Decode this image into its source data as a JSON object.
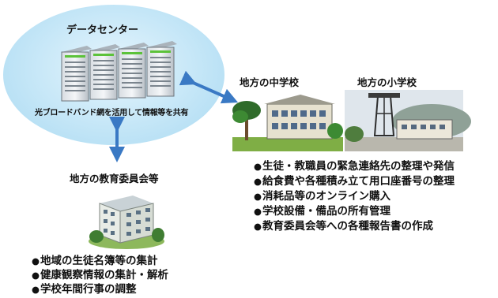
{
  "data_center": {
    "title": "データセンター",
    "caption": "光ブロードバンド網を活用して情報等を共有"
  },
  "middle_school": {
    "label": "地方の中学校"
  },
  "elementary_school": {
    "label": "地方の小学校"
  },
  "education_board": {
    "label": "地方の教育委員会等"
  },
  "school_tasks": [
    "生徒・教職員の緊急連絡先の整理や発信",
    "給食費や各種積み立て用口座番号の整理",
    "消耗品等のオンライン購入",
    "学校設備・備品の所有管理",
    "教育委員会等への各種報告書の作成"
  ],
  "board_tasks": [
    "地域の生徒名簿等の集計",
    "健康観察情報の集計・解析",
    "学校年間行事の調整"
  ],
  "bullet": "●",
  "colors": {
    "ellipse": "#c4e6f7",
    "arrow": "#3a79c4",
    "server_light": "#5cc23a"
  }
}
